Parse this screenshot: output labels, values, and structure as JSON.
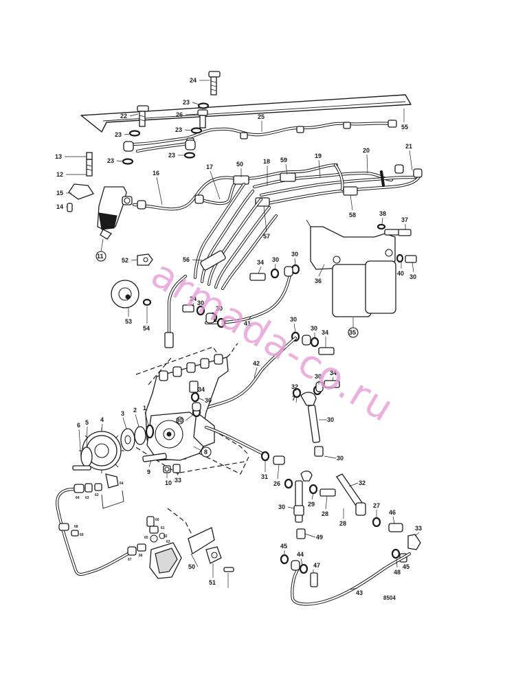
{
  "diagram": {
    "drawing_number": "8504",
    "watermark": "armada-co.ru",
    "callouts": [
      {
        "key": "c24",
        "text": "24"
      },
      {
        "key": "c23a",
        "text": "23"
      },
      {
        "key": "c26a",
        "text": "26"
      },
      {
        "key": "c22",
        "text": "22"
      },
      {
        "key": "c23b",
        "text": "23"
      },
      {
        "key": "c23c",
        "text": "23"
      },
      {
        "key": "c25",
        "text": "25"
      },
      {
        "key": "c55",
        "text": "55"
      },
      {
        "key": "c23d",
        "text": "23"
      },
      {
        "key": "c23e",
        "text": "23"
      },
      {
        "key": "c13",
        "text": "13"
      },
      {
        "key": "c12",
        "text": "12"
      },
      {
        "key": "c15",
        "text": "15"
      },
      {
        "key": "c14",
        "text": "14"
      },
      {
        "key": "c16",
        "text": "16"
      },
      {
        "key": "c17",
        "text": "17"
      },
      {
        "key": "c50",
        "text": "50"
      },
      {
        "key": "c18",
        "text": "18"
      },
      {
        "key": "c59",
        "text": "59"
      },
      {
        "key": "c19",
        "text": "19"
      },
      {
        "key": "c20a",
        "text": "20"
      },
      {
        "key": "c21",
        "text": "21"
      },
      {
        "key": "c58",
        "text": "58"
      },
      {
        "key": "c57",
        "text": "57"
      },
      {
        "key": "c11",
        "text": "11"
      },
      {
        "key": "c52",
        "text": "52"
      },
      {
        "key": "c56",
        "text": "56"
      },
      {
        "key": "c38",
        "text": "38"
      },
      {
        "key": "c37",
        "text": "37"
      },
      {
        "key": "c34a",
        "text": "34"
      },
      {
        "key": "c30a",
        "text": "30"
      },
      {
        "key": "c30b",
        "text": "30"
      },
      {
        "key": "c36",
        "text": "36"
      },
      {
        "key": "c40",
        "text": "40"
      },
      {
        "key": "c30c",
        "text": "30"
      },
      {
        "key": "c53",
        "text": "53"
      },
      {
        "key": "c54",
        "text": "54"
      },
      {
        "key": "c34b",
        "text": "34"
      },
      {
        "key": "c30d",
        "text": "30"
      },
      {
        "key": "c30e",
        "text": "30"
      },
      {
        "key": "c41",
        "text": "41"
      },
      {
        "key": "c35",
        "text": "35"
      },
      {
        "key": "c30f",
        "text": "30"
      },
      {
        "key": "c30g",
        "text": "30"
      },
      {
        "key": "c34c",
        "text": "34"
      },
      {
        "key": "c42",
        "text": "42"
      },
      {
        "key": "c34d",
        "text": "34"
      },
      {
        "key": "c30h",
        "text": "30"
      },
      {
        "key": "c30i",
        "text": "30"
      },
      {
        "key": "c34e",
        "text": "34"
      },
      {
        "key": "c30j",
        "text": "30"
      },
      {
        "key": "c32a",
        "text": "32"
      },
      {
        "key": "c30k",
        "text": "30"
      },
      {
        "key": "c7",
        "text": "7"
      },
      {
        "key": "c6",
        "text": "6"
      },
      {
        "key": "c5",
        "text": "5"
      },
      {
        "key": "c4",
        "text": "4"
      },
      {
        "key": "c3",
        "text": "3"
      },
      {
        "key": "c2",
        "text": "2"
      },
      {
        "key": "c1",
        "text": "1"
      },
      {
        "key": "c8",
        "text": "8"
      },
      {
        "key": "c9",
        "text": "9"
      },
      {
        "key": "c10",
        "text": "10"
      },
      {
        "key": "c33a",
        "text": "33"
      },
      {
        "key": "c30l",
        "text": "30"
      },
      {
        "key": "c31",
        "text": "31"
      },
      {
        "key": "c26b",
        "text": "26"
      },
      {
        "key": "c32b",
        "text": "32"
      },
      {
        "key": "c30m",
        "text": "30"
      },
      {
        "key": "c29",
        "text": "29"
      },
      {
        "key": "c28a",
        "text": "28"
      },
      {
        "key": "c28b",
        "text": "28"
      },
      {
        "key": "c27",
        "text": "27"
      },
      {
        "key": "c46",
        "text": "46"
      },
      {
        "key": "c33b",
        "text": "33"
      },
      {
        "key": "c49",
        "text": "49"
      },
      {
        "key": "c45a",
        "text": "45"
      },
      {
        "key": "c45b",
        "text": "45"
      },
      {
        "key": "c44",
        "text": "44"
      },
      {
        "key": "c47",
        "text": "47"
      },
      {
        "key": "c48",
        "text": "48"
      },
      {
        "key": "c43",
        "text": "43"
      },
      {
        "key": "c50b",
        "text": "50"
      },
      {
        "key": "c51",
        "text": "51"
      }
    ],
    "small_callouts": [
      "64",
      "63",
      "62",
      "64",
      "68",
      "69",
      "67",
      "66",
      "65",
      "60",
      "61",
      "62",
      "63"
    ]
  }
}
